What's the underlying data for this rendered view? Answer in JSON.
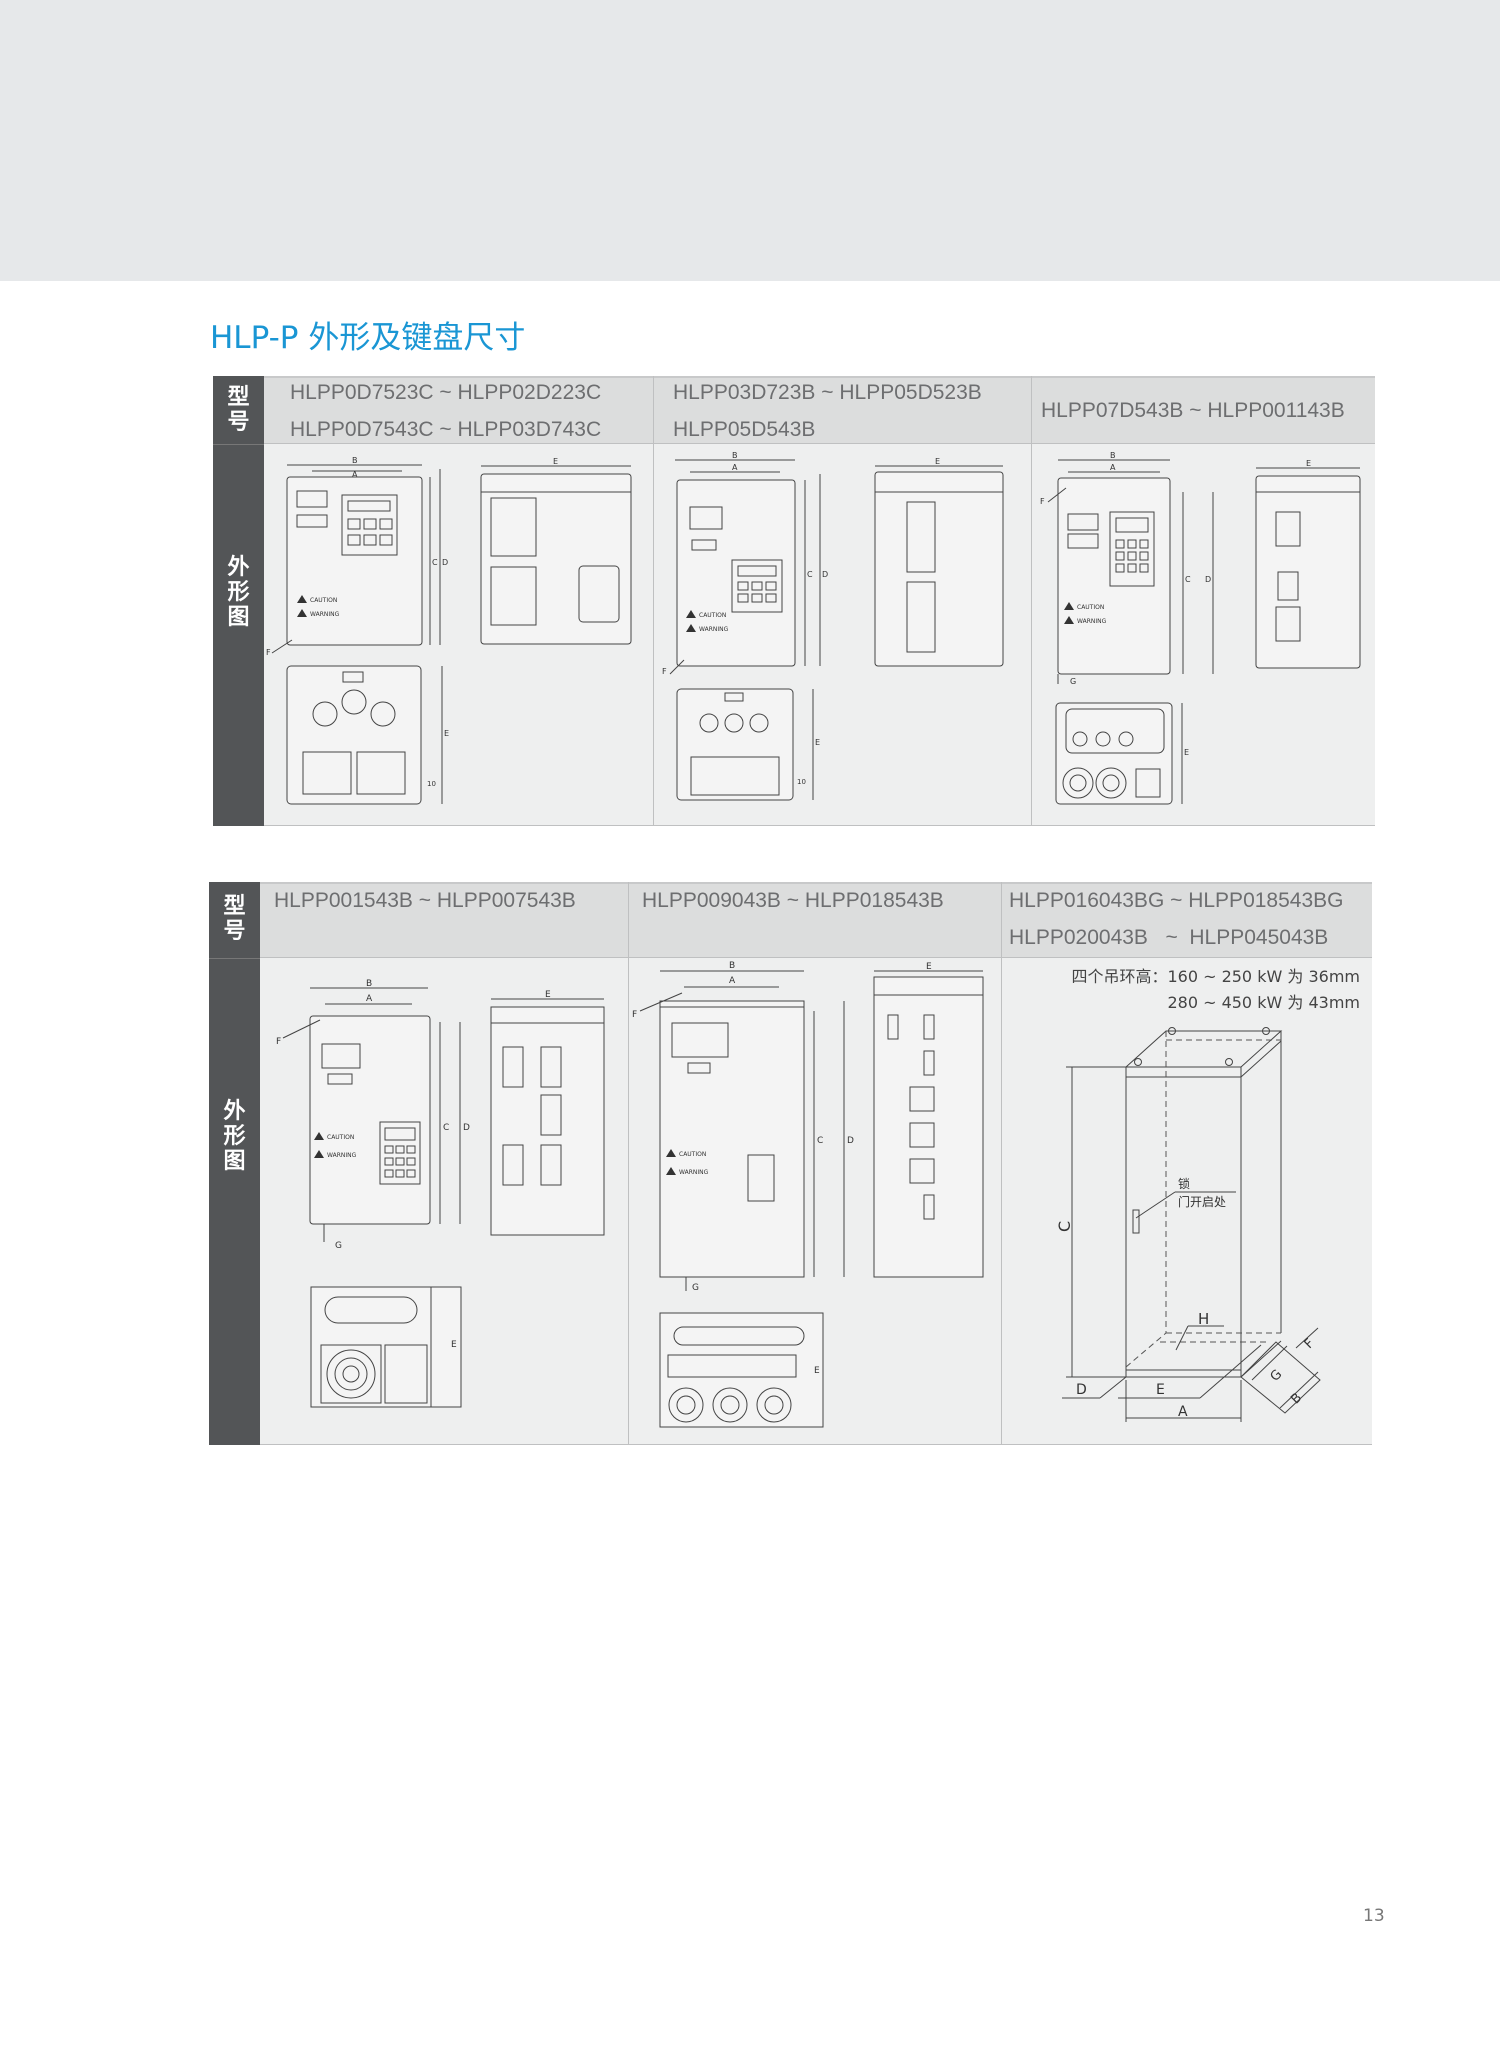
{
  "title": "HLP-P 外形及键盘尺寸",
  "row_label_model": [
    "型",
    "号"
  ],
  "row_label_outline": [
    "外",
    "形",
    "图"
  ],
  "table1": {
    "models": [
      [
        "HLPP0D7523C ~ HLPP02D223C",
        "HLPP0D7543C ~ HLPP03D743C"
      ],
      [
        "HLPP03D723B ~ HLPP05D523B",
        "HLPP05D543B"
      ],
      [
        "HLPP07D543B ~ HLPP001143B"
      ]
    ]
  },
  "table2": {
    "models": [
      [
        "HLPP001543B ~ HLPP007543B"
      ],
      [
        "HLPP009043B ~ HLPP018543B"
      ],
      [
        "HLPP016043BG ~ HLPP018543BG",
        "HLPP020043B   ~  HLPP045043B"
      ]
    ],
    "note": [
      "四个吊环高：160 ~ 250 kW 为 36mm",
      "280 ~ 450 kW 为 43mm"
    ]
  },
  "dims": {
    "a": "A",
    "b": "B",
    "c": "C",
    "d": "D",
    "e": "E",
    "f": "F",
    "g": "G",
    "h": "H",
    "ten": "10"
  },
  "label_caution": "CAUTION",
  "label_warning": "WARNING",
  "cabinet": {
    "lock": "锁",
    "door": "门开启处"
  },
  "page_number": "13"
}
